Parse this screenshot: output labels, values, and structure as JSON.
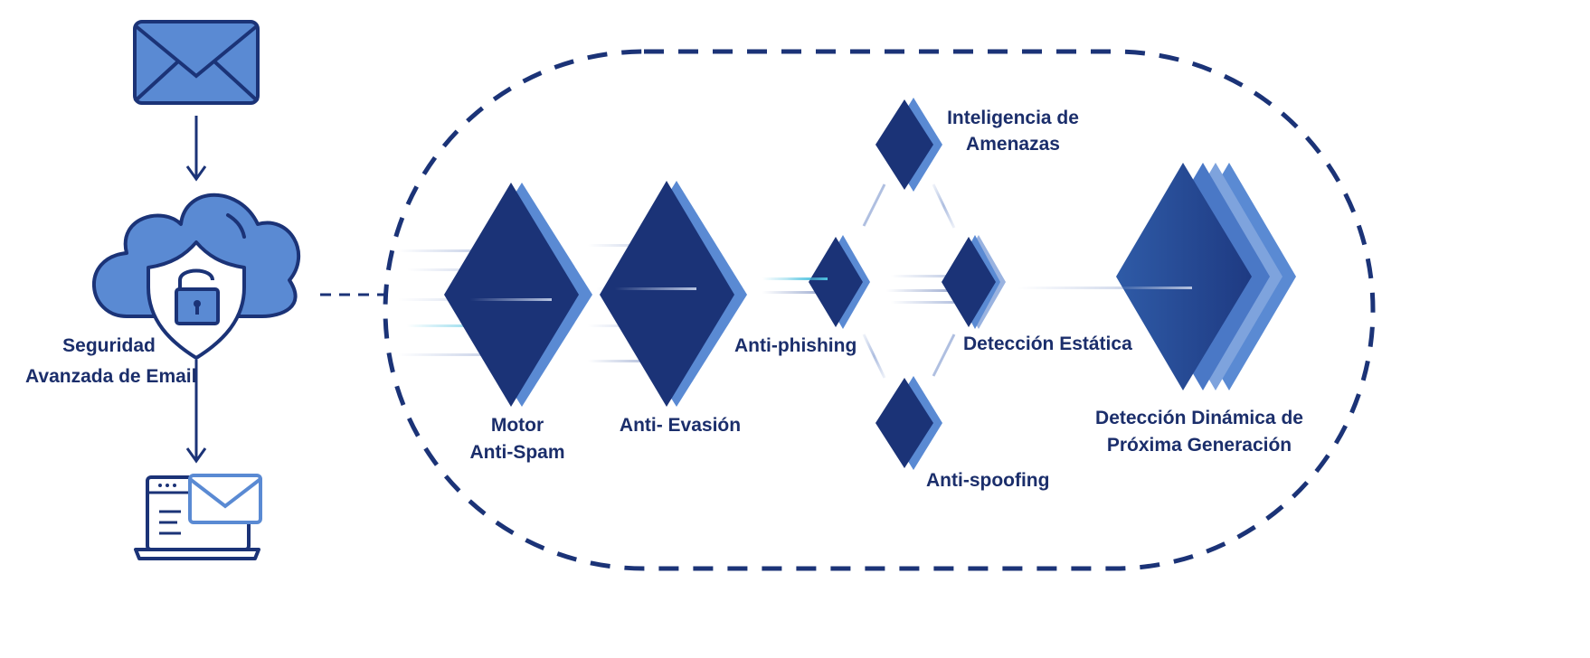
{
  "colors": {
    "dark_navy": "#1b3377",
    "mid_blue": "#3a62b0",
    "light_blue": "#5a8ad3",
    "accent_cyan": "#4fc3e0",
    "label": "#1b2e6b"
  },
  "icons": [
    "email-envelope-icon",
    "cloud-shield-lock-icon",
    "laptop-email-icon"
  ],
  "left_flow": {
    "gateway_label": {
      "line1": "Seguridad",
      "line2": "Avanzada de Email"
    }
  },
  "engines": [
    {
      "id": "anti-spam",
      "line1": "Motor",
      "line2": "Anti-Spam"
    },
    {
      "id": "anti-evasion",
      "line1": "Anti- Evasión"
    },
    {
      "id": "anti-phishing",
      "line1": "Anti-phishing"
    },
    {
      "id": "threat-intel",
      "line1": "Inteligencia de",
      "line2": "Amenazas"
    },
    {
      "id": "static",
      "line1": "Detección Estática"
    },
    {
      "id": "anti-spoofing",
      "line1": "Anti-spoofing"
    },
    {
      "id": "dynamic",
      "line1": "Detección Dinámica de",
      "line2": "Próxima Generación"
    }
  ]
}
